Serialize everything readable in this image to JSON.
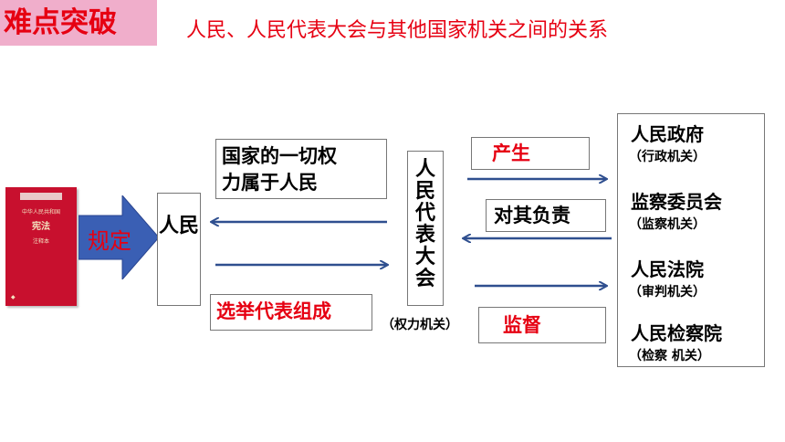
{
  "header": {
    "badge": "难点突破",
    "title": "人民、人民代表大会与其他国家机关之间的关系"
  },
  "book": {
    "top_label": "中华人民共和国",
    "name": "宪法",
    "edition": "注释本"
  },
  "guiding": {
    "label": "规定"
  },
  "people": {
    "label": "人民"
  },
  "power_statement": {
    "line1": "国家的一切权",
    "line2": "力属于人民"
  },
  "election": {
    "label": "选举代表组成"
  },
  "npc": {
    "label": "人民代表大会",
    "note": "（权力机关）"
  },
  "relations": {
    "produce": "产生",
    "responsible": "对其负责",
    "supervise": "监督"
  },
  "organs": [
    {
      "name": "人民政府",
      "role": "（行政机关）"
    },
    {
      "name": "监察委员会",
      "role": "（监察机关）"
    },
    {
      "name": "人民法院",
      "role": "（审判机关）"
    },
    {
      "name": "人民检察院",
      "role": "（检察 机关）"
    }
  ],
  "colors": {
    "accent_red": "#e60012",
    "arrow_blue": "#2f4f8f",
    "badge_pink": "#f0aecb",
    "guide_arrow": "#3a5fb4"
  }
}
